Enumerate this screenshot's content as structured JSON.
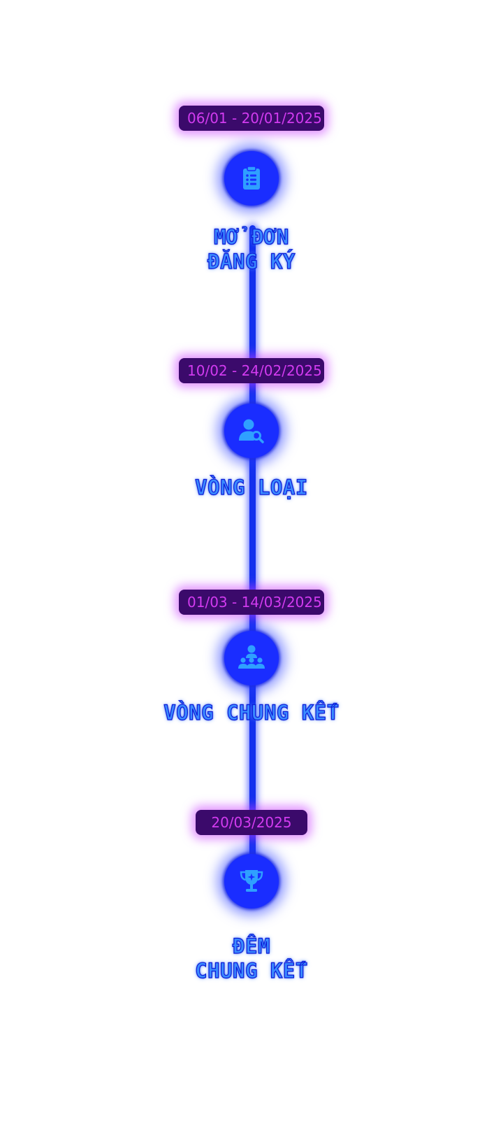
{
  "timeline": {
    "stages": [
      {
        "date": "06/01 - 20/01/2025",
        "icon": "clipboard-list-icon",
        "title_lines": [
          "MỞ ĐƠN",
          "ĐĂNG KÝ"
        ]
      },
      {
        "date": "10/02 - 24/02/2025",
        "icon": "user-search-icon",
        "title_lines": [
          "VÒNG LOẠI"
        ]
      },
      {
        "date": "01/03 - 14/03/2025",
        "icon": "group-users-icon",
        "title_lines": [
          "VÒNG CHUNG KẾT"
        ]
      },
      {
        "date": "20/03/2025",
        "icon": "trophy-icon",
        "title_lines": [
          "ĐÊM",
          "CHUNG KẾT"
        ]
      }
    ],
    "colors": {
      "line": "#1330ee",
      "icon_bg": "#1a2dff",
      "icon_fg": "#2fa0ff",
      "pill_bg": "#3b0a6b",
      "pill_text": "#d23bf0",
      "title_fill": "#3b8bff",
      "title_stroke": "#0c1cd8"
    }
  }
}
